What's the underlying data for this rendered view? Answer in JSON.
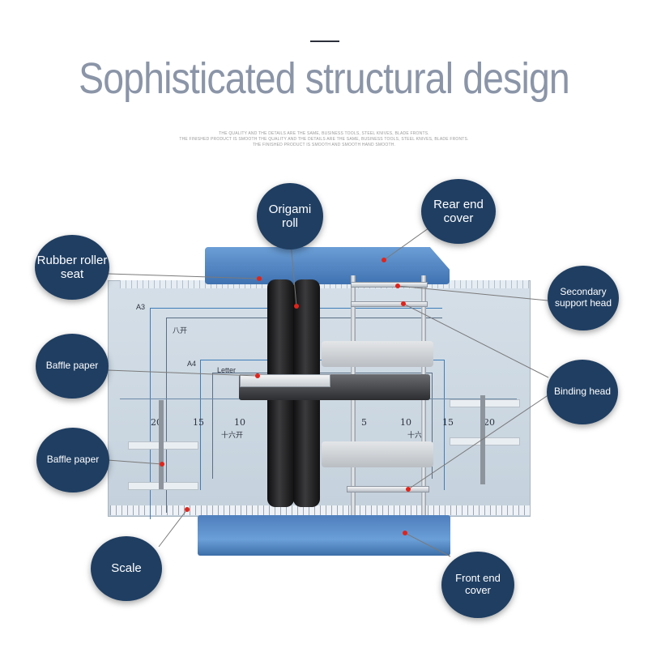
{
  "header": {
    "title": "Sophisticated structural design",
    "subtitle_lines": [
      "THE QUALITY AND THE DETAILS ARE THE SAME, BUSINESS TOOLS, STEEL KNIVES, BLADE FRONTS.",
      "THE FINISHED PRODUCT IS SMOOTH THE QUALITY AND THE DETAILS ARE THE SAME, BUSINESS TOOLS, STEEL KNIVES, BLADE FRONTS.",
      "THE FINISHED PRODUCT IS SMOOTH AND SMOOTH HAND SMOOTH."
    ]
  },
  "board_labels": {
    "a3": "A3",
    "eight_open": "八开",
    "a4": "A4",
    "letter": "Letter",
    "sixteen_open_left": "十六开",
    "sixteen_open_right": "十六",
    "scale_left": [
      "20",
      "15",
      "10"
    ],
    "scale_right": [
      "5",
      "10",
      "15",
      "20"
    ]
  },
  "callouts": {
    "origami_roll": "Origami roll",
    "rear_end_cover": "Rear end cover",
    "rubber_roller_seat": "Rubber roller seat",
    "secondary_support_head": "Secondary support head",
    "baffle_paper_1": "Baffle paper",
    "binding_head": "Binding head",
    "baffle_paper_2": "Baffle paper",
    "scale": "Scale",
    "front_end_cover": "Front end cover"
  },
  "colors": {
    "bubble": "#1f3e62",
    "marker": "#e0241b",
    "title": "#8b95a8",
    "cover_blue": "#4f7fbd"
  }
}
